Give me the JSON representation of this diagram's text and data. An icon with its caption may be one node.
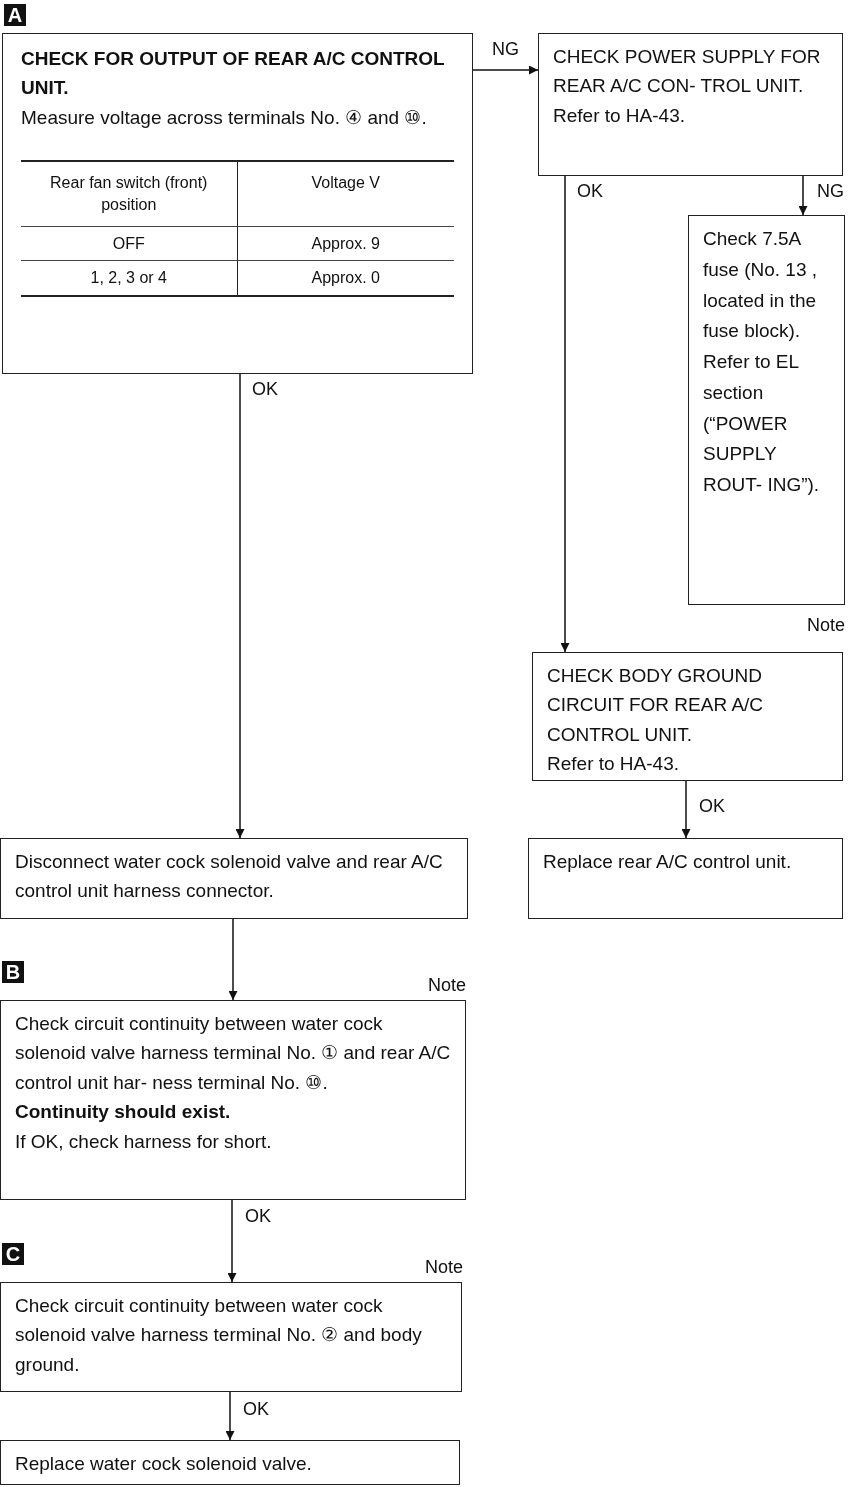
{
  "diagram": {
    "nodes": [
      {
        "text": [
          "CHECK FOR OUTPUT OF REAR A/C CONTROL UNIT.",
          "Measure voltage across terminals No. ④ and ⑩."
        ],
        "beside": [
          "A"
        ]
      },
      {
        "text": [
          "CHECK POWER SUPPLY FOR REAR A/C CON- TROL UNIT.",
          "Refer to HA-43."
        ]
      },
      {
        "text": [
          "Check 7.5A fuse (No. 13 , located in the fuse block). Refer to EL section (“POWER SUPPLY ROUT- ING”)."
        ],
        "beside": [
          "Note"
        ]
      },
      {
        "text": [
          "CHECK BODY GROUND CIRCUIT FOR REAR A/C CONTROL UNIT.",
          "Refer to HA-43."
        ]
      },
      {
        "text": [
          "Replace rear A/C control unit."
        ]
      },
      {
        "text": [
          "Disconnect water cock solenoid valve and rear A/C control unit harness connector."
        ]
      },
      {
        "text": [
          "Check circuit continuity between water cock solenoid valve harness terminal No. ① and rear A/C control unit har- ness terminal No. ⑩.",
          "Continuity should exist.",
          "If OK, check harness for short."
        ],
        "beside": [
          "B",
          "Note"
        ]
      },
      {
        "text": [
          "Check circuit continuity between water cock solenoid valve harness terminal No. ② and body ground."
        ],
        "beside": [
          "C",
          "Note"
        ]
      },
      {
        "text": [
          "Replace water cock solenoid valve."
        ]
      }
    ],
    "edges": [
      {
        "from": 0,
        "to": 1,
        "arrow": "to",
        "label": "NG"
      },
      {
        "from": 1,
        "to": 3,
        "arrow": "to",
        "label": "OK"
      },
      {
        "from": 1,
        "to": 2,
        "arrow": "to",
        "label": "NG"
      },
      {
        "from": 3,
        "to": 4,
        "arrow": "to",
        "label": "OK"
      },
      {
        "from": 0,
        "to": 5,
        "arrow": "to",
        "label": "OK"
      },
      {
        "from": 5,
        "to": 6,
        "arrow": "to"
      },
      {
        "from": 6,
        "to": 7,
        "arrow": "to",
        "label": "OK"
      },
      {
        "from": 7,
        "to": 8,
        "arrow": "to",
        "label": "OK"
      }
    ],
    "labels": [
      "Rear fan switch (front) position",
      "Voltage V",
      "OFF",
      "Approx. 9",
      "1, 2, 3 or 4",
      "Approx. 0"
    ]
  }
}
